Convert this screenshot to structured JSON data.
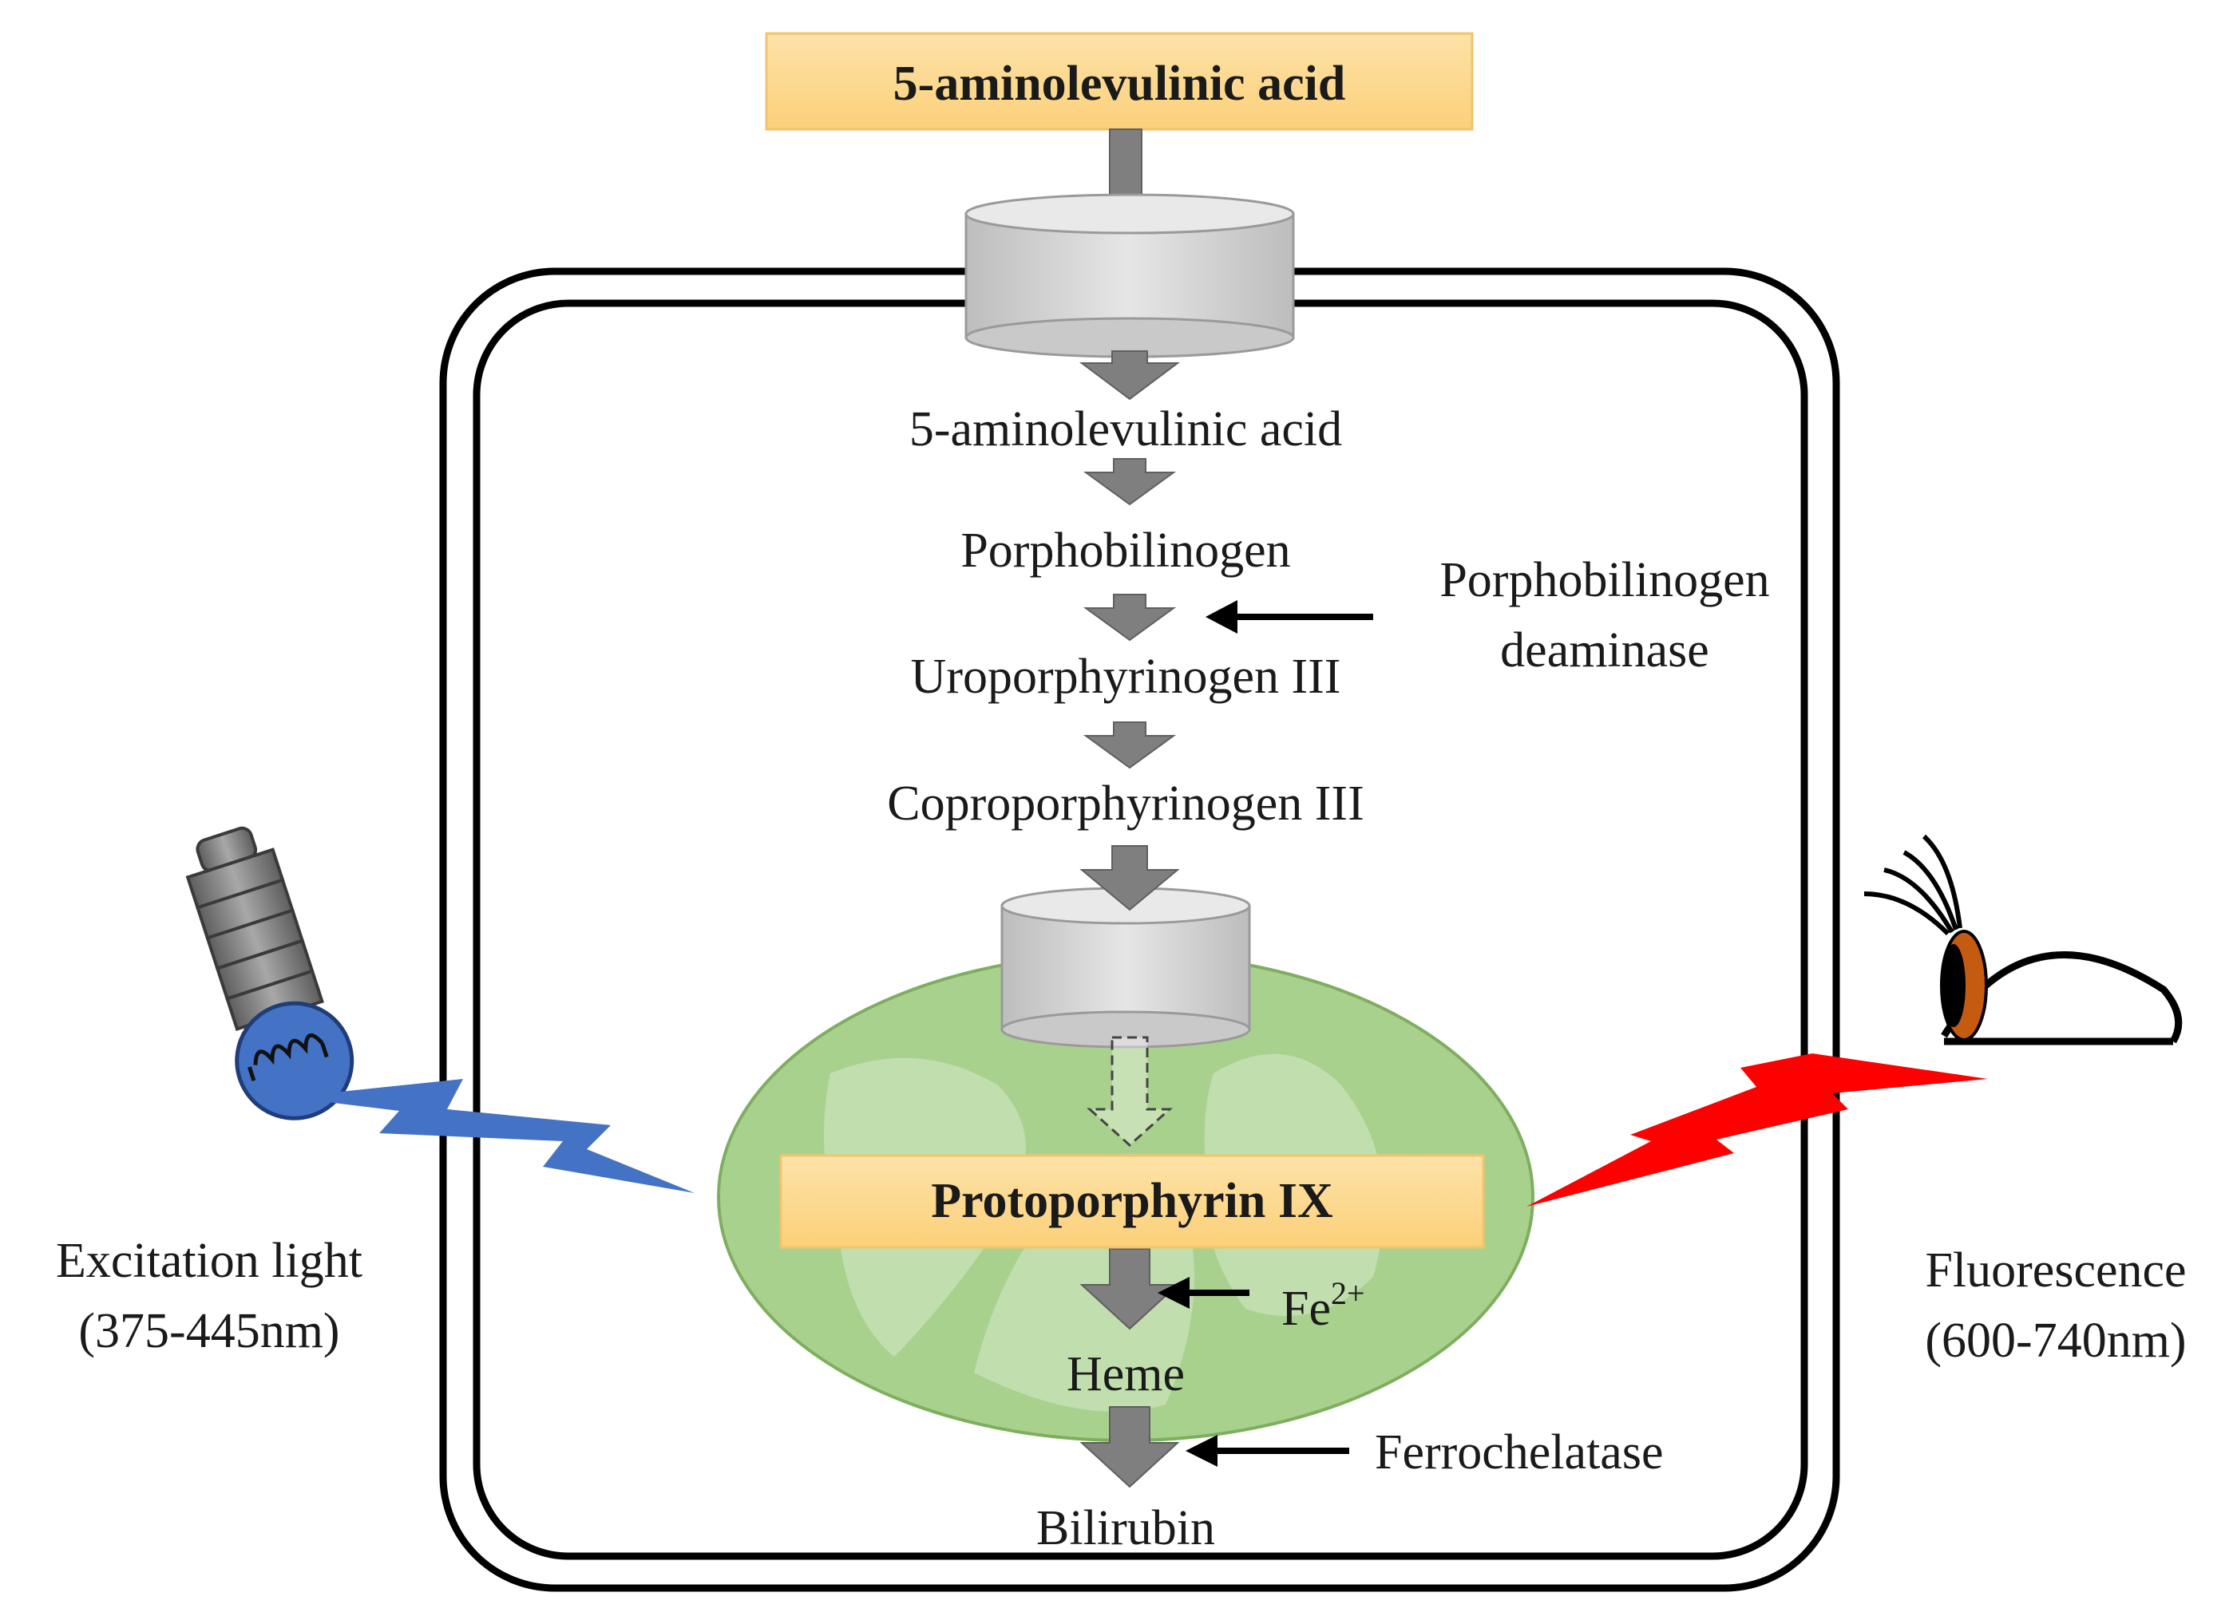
{
  "top_box": {
    "label": "5-aminolevulinic acid"
  },
  "pathway": {
    "step1": "5-aminolevulinic acid",
    "step2": "Porphobilinogen",
    "step3": "Uroporphyrinogen III",
    "step4": "Coproporphyrinogen III"
  },
  "enzyme1": {
    "line1": "Porphobilinogen",
    "line2": "deaminase"
  },
  "protoporphyrin": {
    "label": "Protoporphyrin IX"
  },
  "iron": {
    "base": "Fe",
    "superscript": "2+"
  },
  "heme": {
    "label": "Heme"
  },
  "enzyme2": {
    "label": "Ferrochelatase"
  },
  "bilirubin": {
    "label": "Bilirubin"
  },
  "excitation": {
    "line1": "Excitation light",
    "line2": "(375-445nm)"
  },
  "fluorescence": {
    "line1": "Fluorescence",
    "line2": "(600-740nm)"
  },
  "colors": {
    "label_box": "#fdd58a",
    "mitochondrion": "#a9d18e",
    "arrow": "#7f7f7f",
    "excitation_bolt": "#4472c4",
    "fluorescence_bolt": "#ff0000",
    "bulb": "#4472c4",
    "iris": "#c55a11"
  }
}
